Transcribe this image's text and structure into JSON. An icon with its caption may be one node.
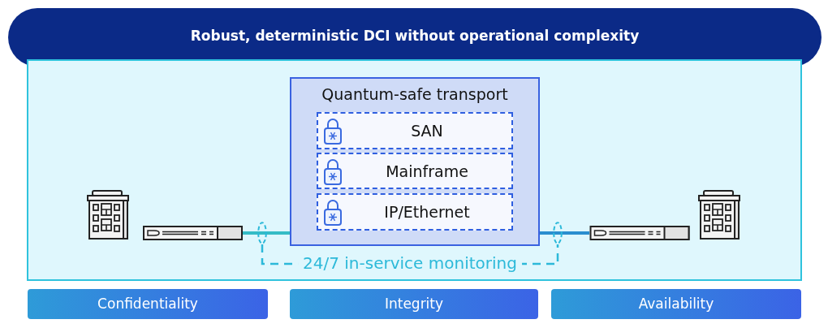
{
  "diagram": {
    "title": "Robust, deterministic DCI without operational complexity",
    "nodes": [
      {
        "text": [],
        "shape": "building"
      },
      {
        "text": [],
        "shape": "device"
      },
      {
        "text": [
          "Quantum-safe transport"
        ]
      },
      {
        "text": [
          "SAN"
        ],
        "in": 2
      },
      {
        "text": [
          "Mainframe"
        ],
        "in": 2
      },
      {
        "text": [
          "IP/Ethernet"
        ],
        "in": 2
      },
      {
        "text": [],
        "shape": "device"
      },
      {
        "text": [],
        "shape": "building"
      },
      {
        "text": [],
        "shape": "ellipse"
      },
      {
        "text": [],
        "shape": "ellipse"
      },
      {
        "text": [
          "Confidentiality"
        ]
      },
      {
        "text": [
          "Integrity"
        ]
      },
      {
        "text": [
          "Availability"
        ]
      }
    ],
    "edges": [
      {
        "from": 1,
        "to": 2,
        "arrow": "none",
        "color": "#35bcc6"
      },
      {
        "from": 2,
        "to": 6,
        "arrow": "none",
        "color": "#2a8ecf"
      },
      {
        "from": 8,
        "to": 9,
        "arrow": "none",
        "label": "24/7 in-service monitoring",
        "style": "dashed",
        "color": "#2cb9d9"
      }
    ]
  }
}
